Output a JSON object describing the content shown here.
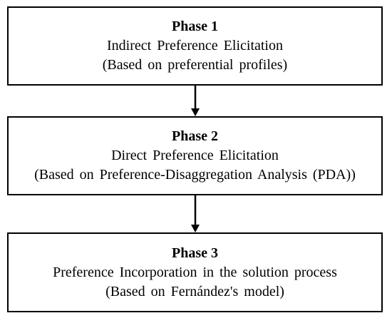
{
  "phases": [
    {
      "title": "Phase 1",
      "line1": "Indirect Preference Elicitation",
      "line2": "(Based on preferential profiles)"
    },
    {
      "title": "Phase 2",
      "line1": "Direct Preference Elicitation",
      "line2": "(Based on Preference-Disaggregation Analysis (PDA))"
    },
    {
      "title": "Phase 3",
      "line1": "Preference Incorporation in the solution process",
      "line2": "(Based on Fernández's model)"
    }
  ],
  "colors": {
    "stroke": "#000000",
    "background": "#ffffff"
  }
}
